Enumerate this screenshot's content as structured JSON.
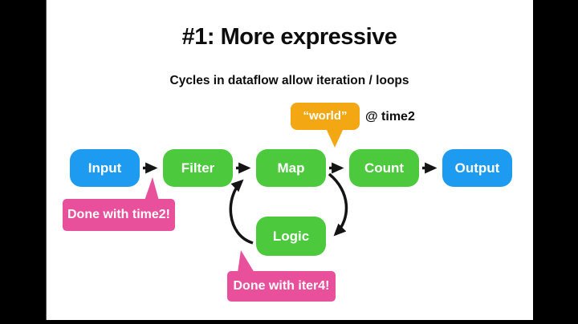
{
  "slide": {
    "title": "#1: More expressive",
    "subtitle": "Cycles in dataflow allow iteration / loops"
  },
  "colors": {
    "node_blue": "#1D9BF0",
    "node_green": "#4CC93C",
    "callout_pink": "#E9509B",
    "callout_orange": "#F3A712",
    "arrow_black": "#141414",
    "letterbox_black": "#000000",
    "background_white": "#FFFFFF",
    "text_black": "#0D0D0D",
    "text_white": "#FFFFFF"
  },
  "diagram": {
    "nodes": [
      {
        "id": "input",
        "label": "Input",
        "color": "blue"
      },
      {
        "id": "filter",
        "label": "Filter",
        "color": "green"
      },
      {
        "id": "map",
        "label": "Map",
        "color": "green"
      },
      {
        "id": "count",
        "label": "Count",
        "color": "green"
      },
      {
        "id": "output",
        "label": "Output",
        "color": "blue"
      },
      {
        "id": "logic",
        "label": "Logic",
        "color": "green"
      }
    ],
    "edges": [
      {
        "from": "input",
        "to": "filter",
        "style": "straight"
      },
      {
        "from": "filter",
        "to": "map",
        "style": "straight"
      },
      {
        "from": "map",
        "to": "count",
        "style": "straight"
      },
      {
        "from": "count",
        "to": "output",
        "style": "straight"
      },
      {
        "from": "map",
        "to": "logic",
        "style": "curved"
      },
      {
        "from": "logic",
        "to": "map",
        "style": "curved"
      }
    ],
    "callouts": [
      {
        "id": "world",
        "text": "“world”",
        "color": "orange",
        "points_at": "map-count edge"
      },
      {
        "id": "done-time2",
        "text": "Done with time2!",
        "color": "pink",
        "points_at": "input-filter edge"
      },
      {
        "id": "done-iter4",
        "text": "Done with iter4!",
        "color": "pink",
        "points_at": "logic node"
      }
    ],
    "annotations": [
      {
        "id": "at-time2",
        "text": "@ time2"
      }
    ]
  }
}
